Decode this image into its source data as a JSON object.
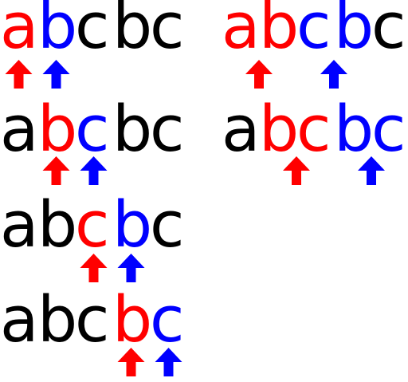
{
  "colors": {
    "normal": "#000000",
    "first": "#ff0000",
    "second": "#0000ff"
  },
  "icons": {
    "arrow": "up-arrow-icon"
  },
  "rows": [
    {
      "letters": [
        "a",
        "b",
        "c",
        "b",
        "c"
      ],
      "highlight": [
        "first",
        "second",
        "normal",
        "normal",
        "normal"
      ],
      "arrows": [
        {
          "index": 0,
          "color": "first"
        },
        {
          "index": 1,
          "color": "second"
        }
      ]
    },
    {
      "letters": [
        "a",
        "b",
        "c",
        "b",
        "c"
      ],
      "highlight": [
        "normal",
        "first",
        "second",
        "normal",
        "normal"
      ],
      "arrows": [
        {
          "index": 1,
          "color": "first"
        },
        {
          "index": 2,
          "color": "second"
        }
      ]
    },
    {
      "letters": [
        "a",
        "b",
        "c",
        "b",
        "c"
      ],
      "highlight": [
        "normal",
        "normal",
        "first",
        "second",
        "normal"
      ],
      "arrows": [
        {
          "index": 2,
          "color": "first"
        },
        {
          "index": 3,
          "color": "second"
        }
      ]
    },
    {
      "letters": [
        "a",
        "b",
        "c",
        "b",
        "c"
      ],
      "highlight": [
        "normal",
        "normal",
        "normal",
        "first",
        "second"
      ],
      "arrows": [
        {
          "index": 3,
          "color": "first"
        },
        {
          "index": 4,
          "color": "second"
        }
      ]
    },
    {
      "letters": [
        "a",
        "b",
        "c",
        "b",
        "c"
      ],
      "highlight": [
        "first",
        "first",
        "second",
        "second",
        "normal"
      ],
      "arrows": [
        {
          "index": 0.5,
          "color": "first"
        },
        {
          "index": 2.5,
          "color": "second"
        }
      ]
    },
    {
      "letters": [
        "a",
        "b",
        "c",
        "b",
        "c"
      ],
      "highlight": [
        "normal",
        "first",
        "first",
        "second",
        "second"
      ],
      "arrows": [
        {
          "index": 1.5,
          "color": "first"
        },
        {
          "index": 3.5,
          "color": "second"
        }
      ]
    }
  ]
}
